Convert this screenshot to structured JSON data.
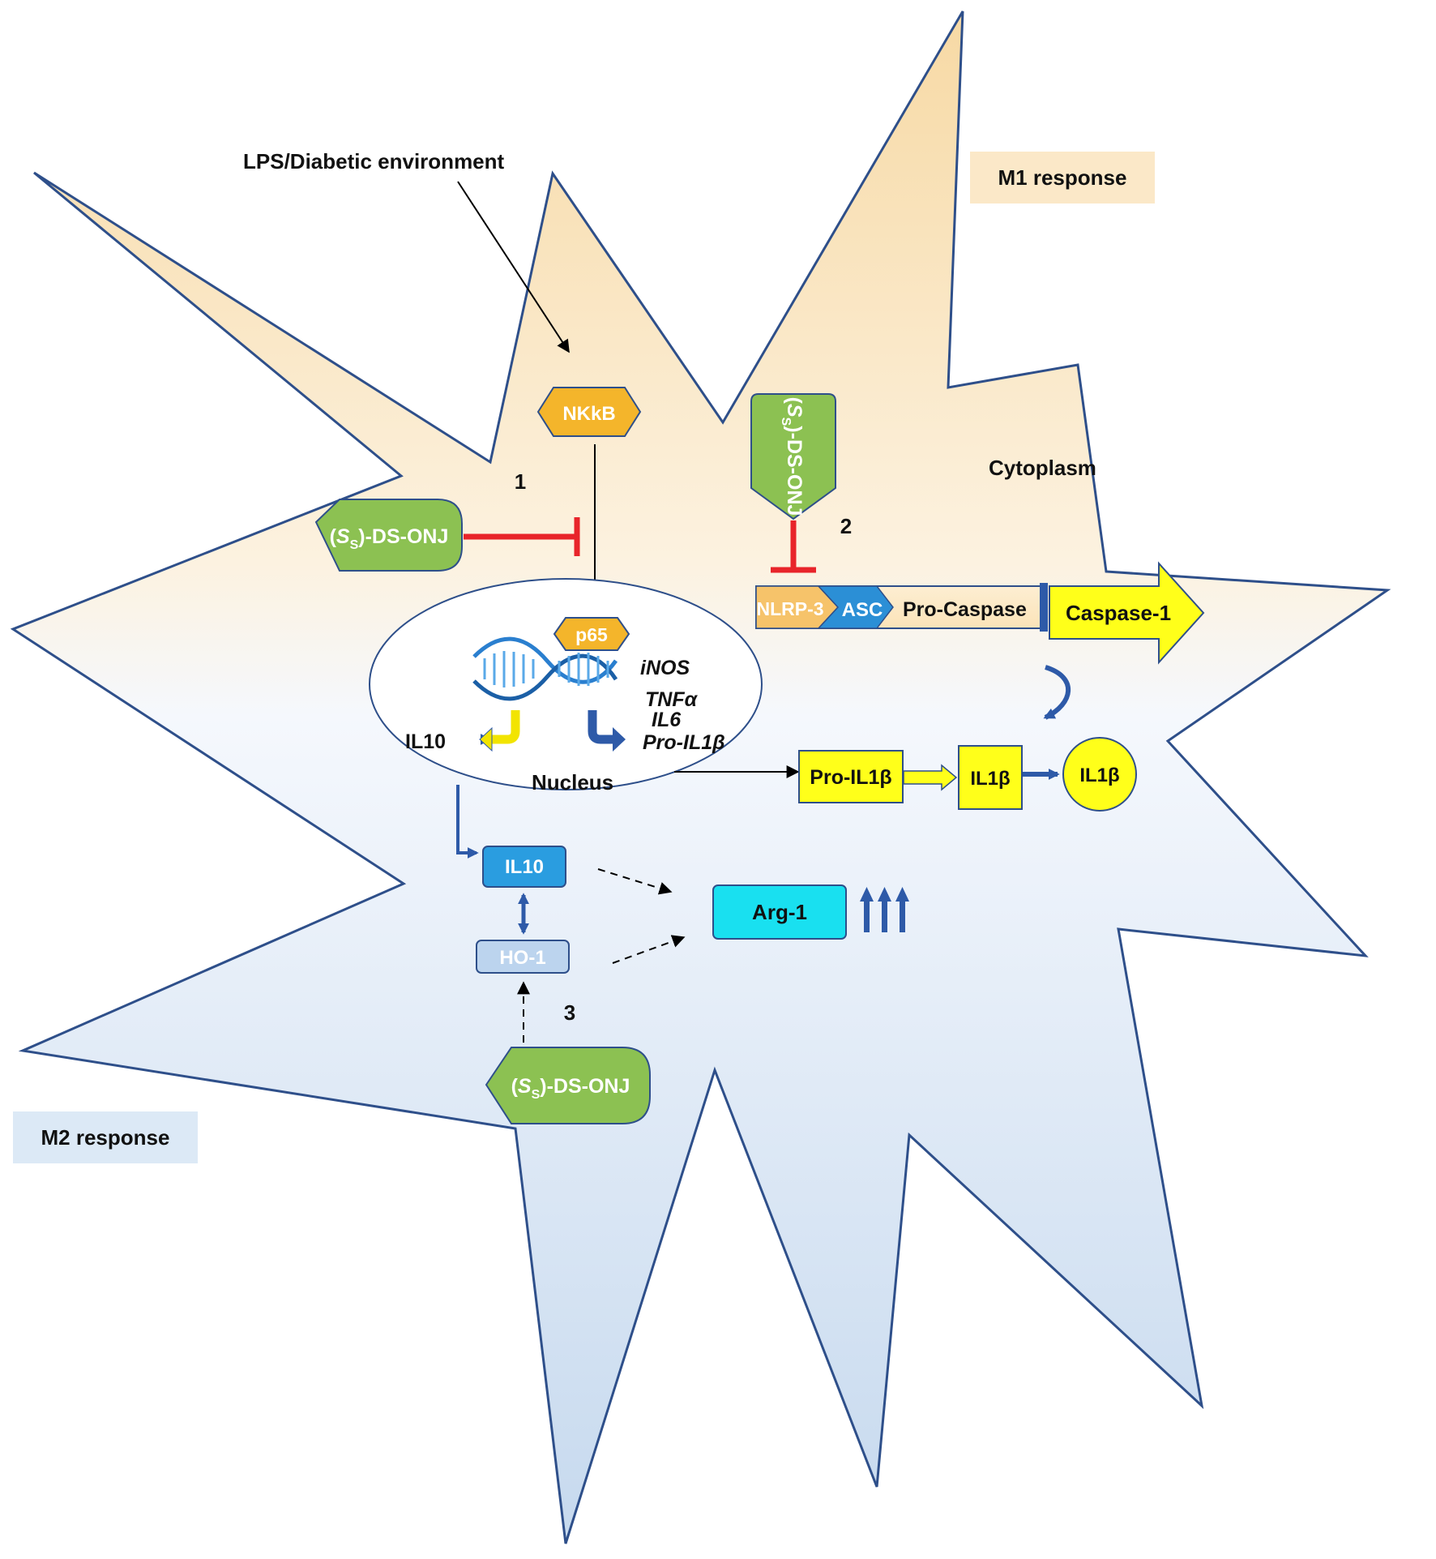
{
  "labels": {
    "trigger": "LPS/Diabetic environment",
    "m1_response": "M1 response",
    "m2_response": "M2 response",
    "cytoplasm": "Cytoplasm",
    "nucleus": "Nucleus",
    "step1": "1",
    "step2": "2",
    "step3": "3"
  },
  "drug": {
    "prefix": "(",
    "italic_S": "S",
    "subscript": "S",
    "suffix": ")-DS-ONJ"
  },
  "nodes": {
    "nkkb": "NKkB",
    "p65": "p65",
    "il10_nuclear": "IL10",
    "il10": "IL10",
    "ho1": "HO-1",
    "arg1": "Arg-1",
    "nlrp3": "NLRP-3",
    "asc": "ASC",
    "pro_caspase": "Pro-Caspase",
    "caspase1": "Caspase-1",
    "pro_il1b": "Pro-IL1β",
    "il1b_box": "IL1β",
    "il1b_circle": "IL1β"
  },
  "genes": [
    "iNOS",
    "TNFα",
    "IL6",
    "Pro-IL1β"
  ],
  "colors": {
    "drug_green": "#8cc152",
    "nkkb_orange": "#f4b52b",
    "inhibit_red": "#e8242a",
    "pathway_blue": "#2e5aa8",
    "il1b_yellow": "#ffff1a",
    "arg1_cyan": "#19e0f0",
    "il10_blue": "#2a9de0",
    "ho1_lightblue": "#bcd4ee",
    "m1_box": "#fbe8c8",
    "m2_box": "#dce9f6"
  },
  "icons": [
    "dna-helix-icon",
    "triple-up-arrow-icon"
  ]
}
